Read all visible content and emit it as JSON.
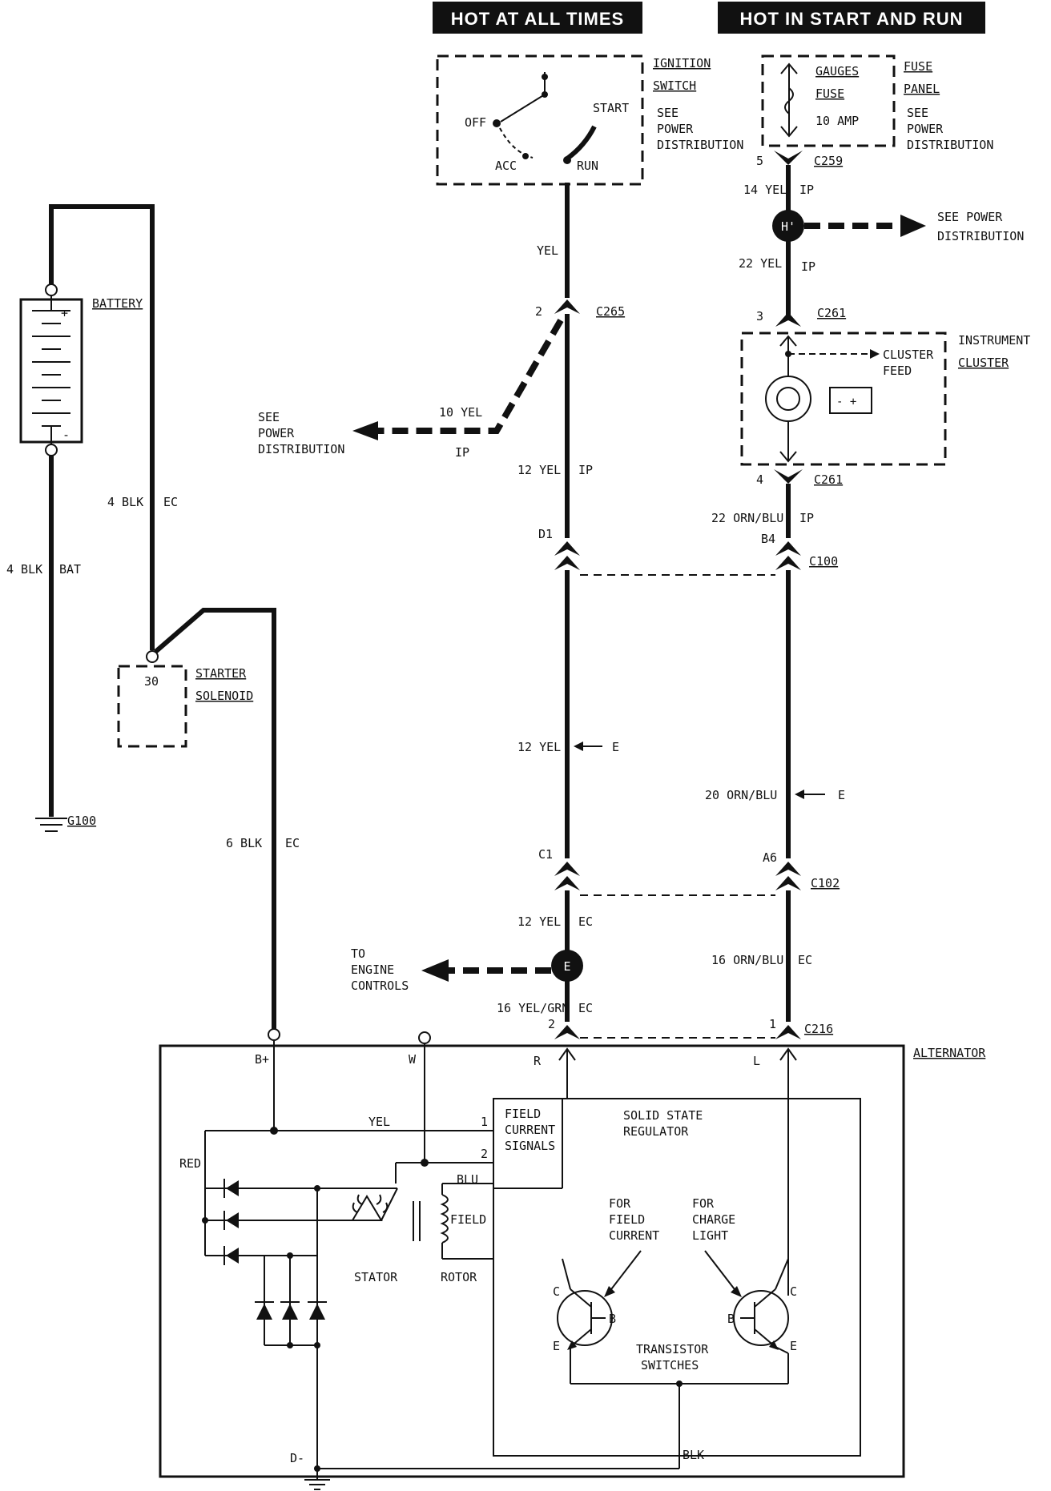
{
  "headers": {
    "hot_at_all_times": "HOT AT ALL TIMES",
    "hot_in_start_and_run": "HOT IN START AND RUN"
  },
  "ignition_switch": {
    "name_line1": "IGNITION",
    "name_line2": "SWITCH",
    "see_line1": "SEE",
    "see_line2": "POWER",
    "see_line3": "DISTRIBUTION",
    "positions": {
      "off": "OFF",
      "acc": "ACC",
      "start": "START",
      "run": "RUN"
    }
  },
  "fuse_panel": {
    "name_line1": "FUSE",
    "name_line2": "PANEL",
    "fuse_line1": "GAUGES",
    "fuse_line2": "FUSE",
    "rating": "10 AMP",
    "see_line1": "SEE",
    "see_line2": "POWER",
    "see_line3": "DISTRIBUTION"
  },
  "battery": {
    "label": "BATTERY",
    "plus": "+",
    "minus": "-"
  },
  "starter_solenoid": {
    "line1": "STARTER",
    "line2": "SOLENOID",
    "terminal": "30"
  },
  "ground_g100": "G100",
  "wires": {
    "bat": {
      "gauge": "4 BLK",
      "harness": "BAT"
    },
    "ec_batt": {
      "gauge": "4 BLK",
      "harness": "EC"
    },
    "ec_6blk": {
      "gauge": "6 BLK",
      "harness": "EC"
    },
    "yel_top": "YEL",
    "yel_10": {
      "gauge": "10 YEL",
      "harness": "IP"
    },
    "yel_12_ip": {
      "gauge": "12 YEL",
      "harness": "IP"
    },
    "yel_12_e": {
      "gauge": "12 YEL",
      "harness": "E"
    },
    "yel_12_ec": {
      "gauge": "12 YEL",
      "harness": "EC"
    },
    "yel_grn_16": {
      "gauge": "16 YEL/GRN",
      "harness": "EC"
    },
    "yel_14": {
      "gauge": "14 YEL",
      "harness": "IP"
    },
    "yel_22": {
      "gauge": "22 YEL",
      "harness": "IP"
    },
    "orn_blu_22": {
      "gauge": "22 ORN/BLU",
      "harness": "IP"
    },
    "orn_blu_20": {
      "gauge": "20 ORN/BLU",
      "harness": "E"
    },
    "orn_blu_16": {
      "gauge": "16 ORN/BLU",
      "harness": "EC"
    }
  },
  "connectors": {
    "c265": {
      "name": "C265",
      "pin": "2"
    },
    "d1": "D1",
    "c1": "C1",
    "c259": {
      "name": "C259",
      "pin": "5"
    },
    "c261_top": {
      "name": "C261",
      "pin": "3"
    },
    "c261_bot": {
      "name": "C261",
      "pin": "4"
    },
    "c100": {
      "name": "C100",
      "pin": "B4"
    },
    "c102": {
      "name": "C102",
      "pin": "A6"
    },
    "c216": {
      "name": "C216",
      "pin_left": "2",
      "pin_right": "1"
    }
  },
  "splices": {
    "h": "H'",
    "e": "E"
  },
  "arrows": {
    "see_power_dist_left": {
      "line1": "SEE",
      "line2": "POWER",
      "line3": "DISTRIBUTION"
    },
    "see_power_dist_right": {
      "line1": "SEE POWER",
      "line2": "DISTRIBUTION"
    },
    "engine_controls": {
      "line1": "TO",
      "line2": "ENGINE",
      "line3": "CONTROLS"
    }
  },
  "instrument_cluster": {
    "name_line1": "INSTRUMENT",
    "name_line2": "CLUSTER",
    "feed_line1": "CLUSTER",
    "feed_line2": "FEED"
  },
  "alternator": {
    "label": "ALTERNATOR",
    "terminals": {
      "bplus": "B+",
      "w": "W",
      "r": "R",
      "l": "L",
      "dminus": "D-"
    },
    "wire_yel": "YEL",
    "wire_red": "RED",
    "wire_blu": "BLU",
    "wire_blk": "BLK",
    "pin1": "1",
    "pin2": "2",
    "field_signals": [
      "FIELD",
      "CURRENT",
      "SIGNALS"
    ],
    "regulator": [
      "SOLID STATE",
      "REGULATOR"
    ],
    "stator": "STATOR",
    "rotor": "ROTOR",
    "field": "FIELD",
    "for_field_current": [
      "FOR",
      "FIELD",
      "CURRENT"
    ],
    "for_charge_light": [
      "FOR",
      "CHARGE",
      "LIGHT"
    ],
    "transistor_switches": [
      "TRANSISTOR",
      "SWITCHES"
    ],
    "transistor_pins": {
      "c": "C",
      "b": "B",
      "e": "E"
    }
  }
}
